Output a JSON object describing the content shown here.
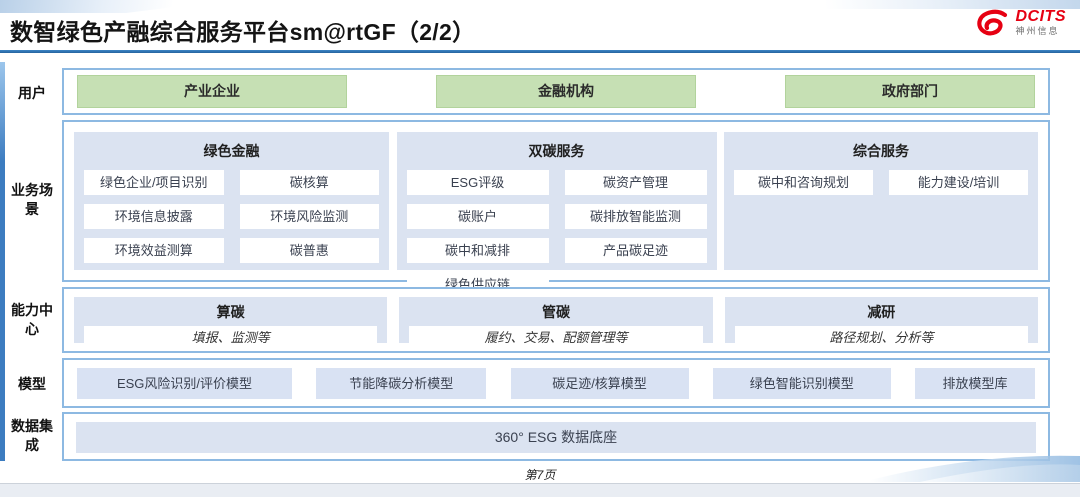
{
  "header": {
    "title": "数智绿色产融综合服务平台sm@rtGF（2/2）",
    "logo": {
      "brand": "DCITS",
      "company": "神州信息"
    }
  },
  "users": {
    "label": "用户",
    "items": [
      "产业企业",
      "金融机构",
      "政府部门"
    ]
  },
  "scenarios": {
    "label": "业务场景",
    "columns": [
      {
        "title": "绿色金融",
        "items": [
          "绿色企业/项目识别",
          "碳核算",
          "环境信息披露",
          "环境风险监测",
          "环境效益测算",
          "碳普惠"
        ]
      },
      {
        "title": "双碳服务",
        "items": [
          "ESG评级",
          "碳资产管理",
          "碳账户",
          "碳排放智能监测",
          "碳中和减排",
          "产品碳足迹",
          "绿色供应链"
        ]
      },
      {
        "title": "综合服务",
        "items": [
          "碳中和咨询规划",
          "能力建设/培训"
        ]
      }
    ]
  },
  "capabilities": {
    "label": "能力中心",
    "columns": [
      {
        "title": "算碳",
        "desc": "填报、监测等"
      },
      {
        "title": "管碳",
        "desc": "履约、交易、配额管理等"
      },
      {
        "title": "减研",
        "desc": "路径规划、分析等"
      }
    ]
  },
  "models": {
    "label": "模型",
    "items": [
      "ESG风险识别/评价模型",
      "节能降碳分析模型",
      "碳足迹/核算模型",
      "绿色智能识别模型",
      "排放模型库"
    ]
  },
  "data_integration": {
    "label": "数据集成",
    "item": "360° ESG 数据底座"
  },
  "footer": {
    "page": "第7页"
  },
  "colors": {
    "accent_blue": "#2e74b5",
    "border_blue": "#8db9e2",
    "panel_blue": "#dbe3f1",
    "box_green": "#c6e0b4",
    "logo_red": "#e60012"
  }
}
